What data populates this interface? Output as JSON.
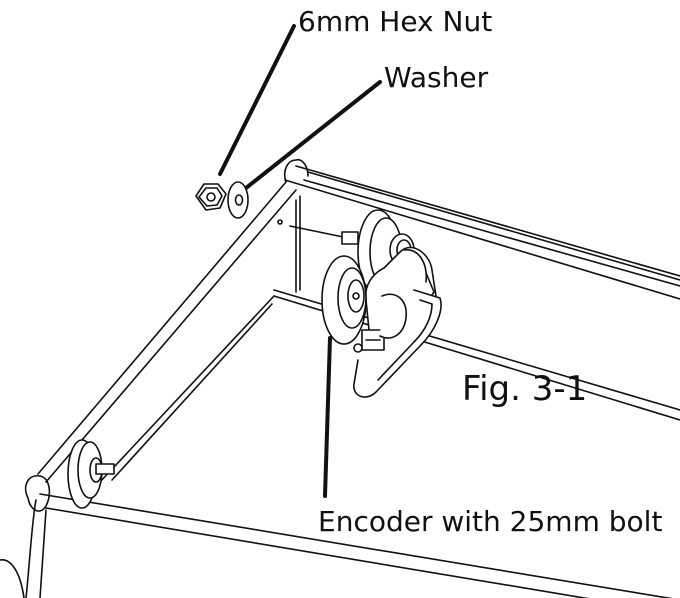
{
  "labels": {
    "hex_nut": "6mm Hex Nut",
    "washer": "Washer",
    "figure": "Fig. 3-1",
    "encoder": "Encoder with 25mm bolt"
  }
}
